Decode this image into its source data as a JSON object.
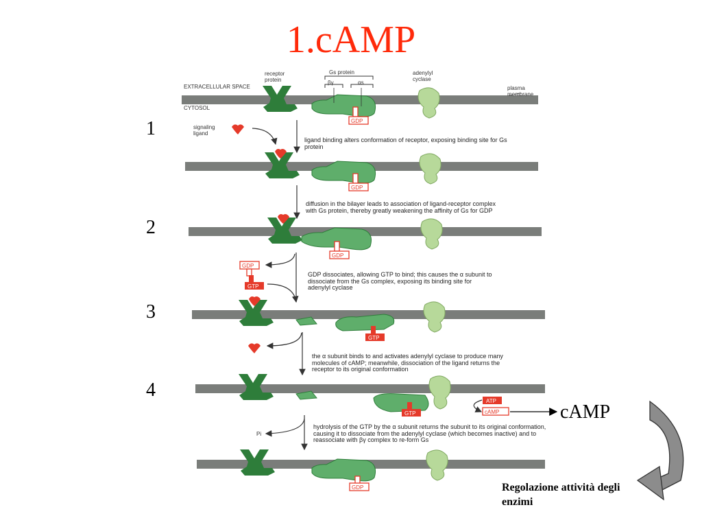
{
  "title": "1.cAMP",
  "step_numbers": [
    "1",
    "2",
    "3",
    "4"
  ],
  "labels": {
    "extracellular": "EXTRACELLULAR SPACE",
    "cytosol": "CYTOSOL",
    "receptor": "receptor protein",
    "gs_protein": "Gs protein",
    "beta_gamma": "βγ",
    "alpha_s": "αs",
    "adenylyl_cyclase": "adenylyl cyclase",
    "plasma_membrane": "plasma membrane",
    "signaling_ligand": "signaling ligand",
    "gdp": "GDP",
    "gtp": "GTP",
    "atp": "ATP",
    "camp_small": "cAMP",
    "pi": "Pi"
  },
  "captions": [
    "ligand binding alters conformation of receptor, exposing binding site for Gs protein",
    "diffusion in the bilayer leads to association of ligand-receptor complex with Gs protein, thereby greatly weakening the affinity of Gs for GDP",
    "GDP dissociates, allowing GTP to bind; this causes the α subunit to dissociate from the Gs complex, exposing its binding site for adenylyl cyclase",
    "the α subunit binds to and activates adenylyl cyclase to produce many molecules of cAMP; meanwhile, dissociation of the ligand returns the receptor to its original conformation",
    "hydrolysis of the GTP by the α subunit returns the subunit to its original conformation, causing it to dissociate from the adenylyl cyclase (which becomes inactive) and to reassociate with βγ complex to re-form Gs"
  ],
  "camp_label": "cAMP",
  "regulation_text": "Regolazione attività degli enzimi",
  "colors": {
    "title": "#ff2a0a",
    "membrane": "#7a7d7a",
    "receptor": "#2e7d3a",
    "gs": "#5fae6b",
    "cyclase": "#b7d99a",
    "tag": "#e53a2a",
    "arrow_gray": "#8c8c8c"
  }
}
